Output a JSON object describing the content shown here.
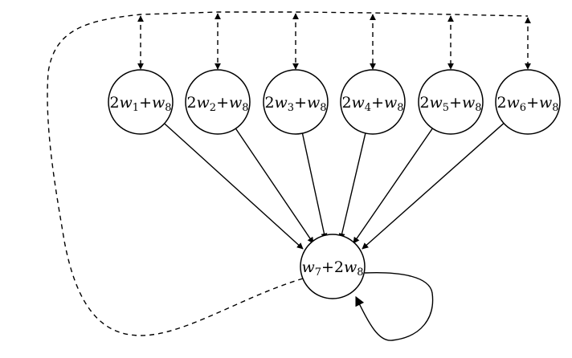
{
  "diagram": {
    "type": "directed-graph",
    "top_nodes": [
      {
        "id": "n1",
        "coef": "2",
        "var": "w",
        "sub": "1",
        "plus": "+",
        "var2": "w",
        "sub2": "8"
      },
      {
        "id": "n2",
        "coef": "2",
        "var": "w",
        "sub": "2",
        "plus": "+",
        "var2": "w",
        "sub2": "8"
      },
      {
        "id": "n3",
        "coef": "2",
        "var": "w",
        "sub": "3",
        "plus": "+",
        "var2": "w",
        "sub2": "8"
      },
      {
        "id": "n4",
        "coef": "2",
        "var": "w",
        "sub": "4",
        "plus": "+",
        "var2": "w",
        "sub2": "8"
      },
      {
        "id": "n5",
        "coef": "2",
        "var": "w",
        "sub": "5",
        "plus": "+",
        "var2": "w",
        "sub2": "8"
      },
      {
        "id": "n6",
        "coef": "2",
        "var": "w",
        "sub": "6",
        "plus": "+",
        "var2": "w",
        "sub2": "8"
      }
    ],
    "bottom_node": {
      "id": "n7",
      "var": "w",
      "sub": "7",
      "plus": "+",
      "coef2": "2",
      "var2": "w",
      "sub2": "8"
    },
    "edges": [
      {
        "from": "n1",
        "to": "n7",
        "style": "solid"
      },
      {
        "from": "n2",
        "to": "n7",
        "style": "solid"
      },
      {
        "from": "n3",
        "to": "n7",
        "style": "solid"
      },
      {
        "from": "n4",
        "to": "n7",
        "style": "solid"
      },
      {
        "from": "n5",
        "to": "n7",
        "style": "solid"
      },
      {
        "from": "n6",
        "to": "n7",
        "style": "solid"
      },
      {
        "from": "n7",
        "to": "n7",
        "style": "solid-self-loop"
      },
      {
        "from": "n7",
        "to": "bus",
        "style": "dashed"
      },
      {
        "from": "bus",
        "to": "n1",
        "style": "dashed-bidirectional"
      },
      {
        "from": "bus",
        "to": "n2",
        "style": "dashed-bidirectional"
      },
      {
        "from": "bus",
        "to": "n3",
        "style": "dashed-bidirectional"
      },
      {
        "from": "bus",
        "to": "n4",
        "style": "dashed-bidirectional"
      },
      {
        "from": "bus",
        "to": "n5",
        "style": "dashed-bidirectional"
      },
      {
        "from": "bus",
        "to": "n6",
        "style": "dashed-bidirectional"
      }
    ]
  }
}
